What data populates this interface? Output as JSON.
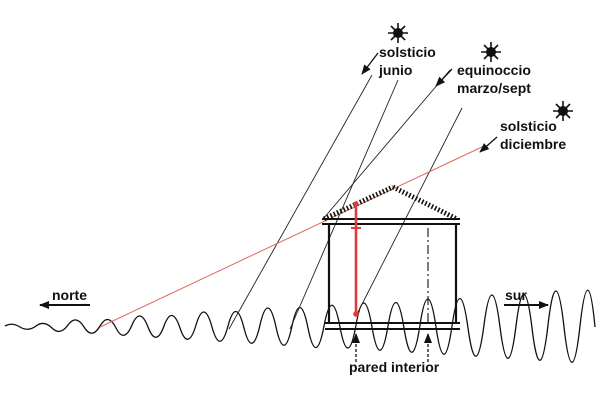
{
  "labels": {
    "solstice_june": [
      "solsticio",
      "junio"
    ],
    "equinox": [
      "equinoccio",
      "marzo/sept"
    ],
    "solstice_december": [
      "solsticio",
      "diciembre"
    ],
    "north": "norte",
    "south": "sur",
    "inner_wall": "pared interior"
  },
  "icons": {
    "sun": "sun-icon",
    "arrow": "arrow-icon"
  },
  "colors": {
    "ink": "#111111",
    "december_ray": "#e06a5e",
    "plumb_line": "#e03a3a"
  }
}
